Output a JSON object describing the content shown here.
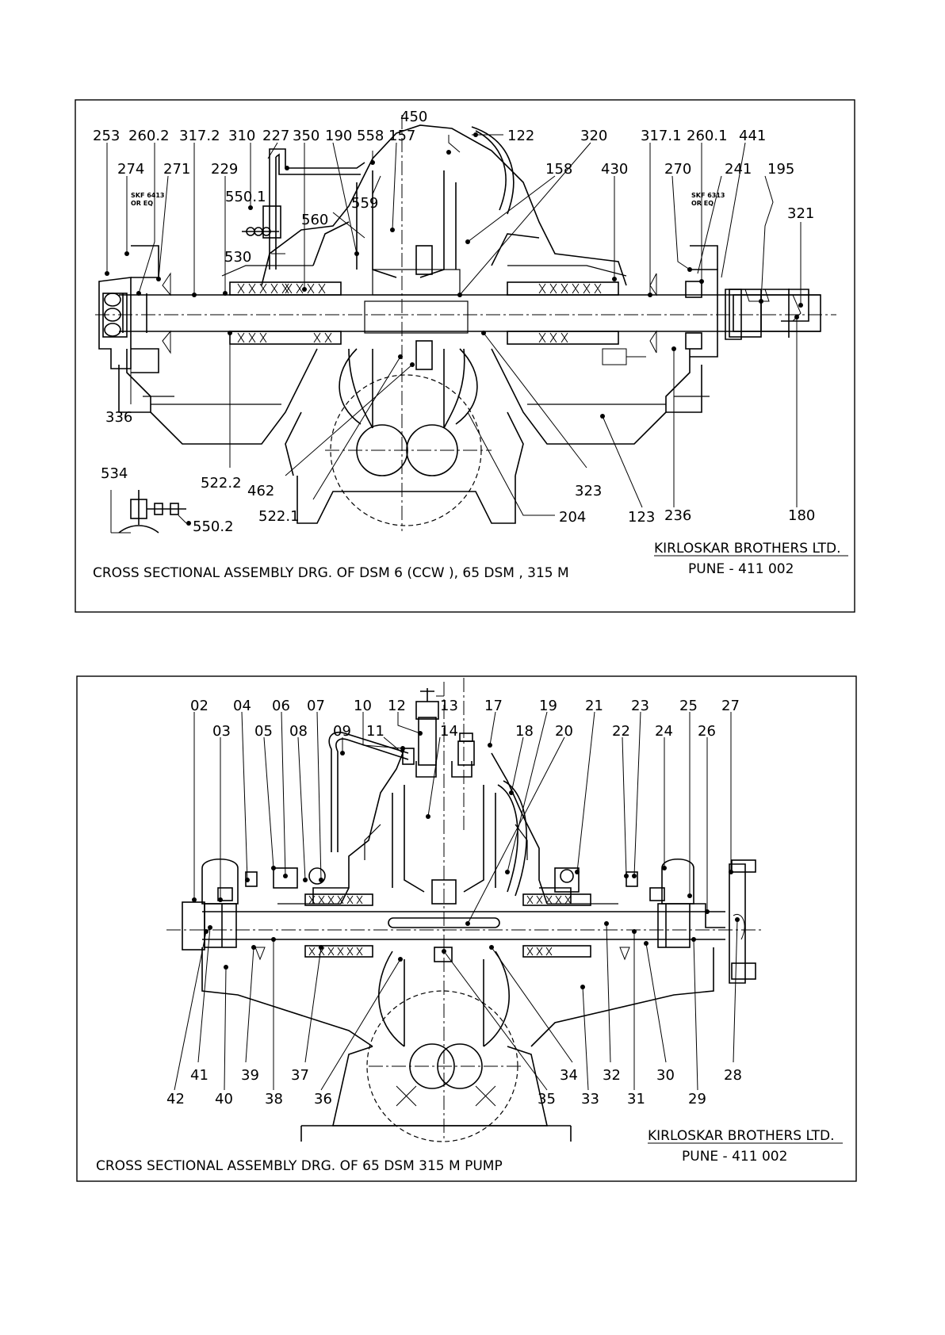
{
  "drawing_top": {
    "company": "KIRLOSKAR BROTHERS LTD.",
    "address": "PUNE - 411 002",
    "title": "CROSS SECTIONAL ASSEMBLY DRG. OF DSM 6 (CCW ), 65 DSM , 315 M",
    "bearing_left_note": [
      "SKF 6413",
      "OR EQ"
    ],
    "bearing_right_note": [
      "SKF 6313",
      "OR EQ"
    ],
    "labels": [
      "450",
      "253",
      "260.2",
      "317.2",
      "310",
      "227",
      "350",
      "190",
      "558",
      "157",
      "122",
      "320",
      "317.1",
      "260.1",
      "441",
      "274",
      "271",
      "229",
      "158",
      "430",
      "270",
      "241",
      "195",
      "550.1",
      "321",
      "559",
      "560",
      "530",
      "336",
      "534",
      "522.2",
      "462",
      "522.1",
      "550.2",
      "323",
      "204",
      "123",
      "236",
      "180"
    ]
  },
  "drawing_bottom": {
    "company": "KIRLOSKAR BROTHERS LTD.",
    "address": "PUNE - 411 002",
    "title": "CROSS SECTIONAL ASSEMBLY DRG. OF 65 DSM 315 M PUMP",
    "labels": [
      "02",
      "04",
      "06",
      "07",
      "10",
      "12",
      "13",
      "17",
      "19",
      "21",
      "23",
      "25",
      "27",
      "03",
      "05",
      "08",
      "09",
      "11",
      "14",
      "18",
      "20",
      "22",
      "24",
      "26",
      "41",
      "39",
      "37",
      "34",
      "32",
      "30",
      "28",
      "42",
      "40",
      "38",
      "36",
      "35",
      "33",
      "31",
      "29"
    ]
  }
}
